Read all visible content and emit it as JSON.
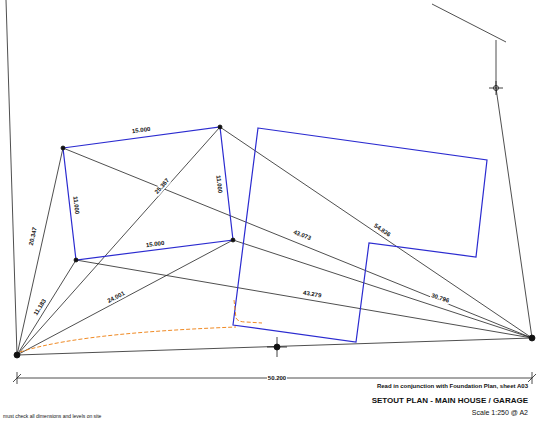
{
  "diagram": {
    "title": "SETOUT PLAN - MAIN HOUSE / GARAGE",
    "labels": [
      "15.000",
      "11.000",
      "11.000",
      "15.000",
      "20.347",
      "11.183",
      "25.367",
      "24.001",
      "43.073",
      "54.836",
      "43.279",
      "30.796",
      "50.200",
      "Read in conjunction with Foundation Plan, sheet A03",
      "Scale 1:250 @ A2",
      "must check all dimensions and levels on site"
    ]
  }
}
